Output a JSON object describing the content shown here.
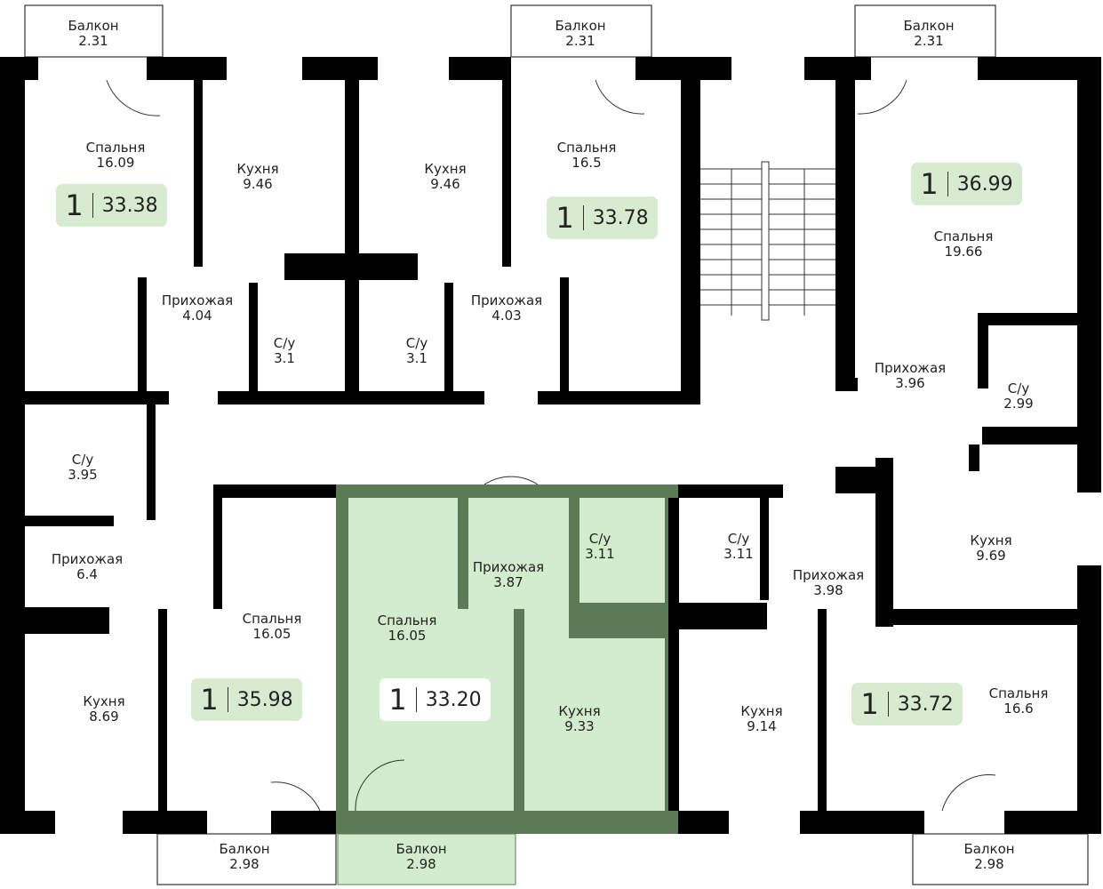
{
  "colors": {
    "wall": "#000000",
    "selected_fill": "#d3eccd",
    "selected_wall": "#5c7a55",
    "badge": "#d6ebcf"
  },
  "balconies_top": [
    {
      "name": "Балкон",
      "area": "2.31"
    },
    {
      "name": "Балкон",
      "area": "2.31"
    },
    {
      "name": "Балкон",
      "area": "2.31"
    }
  ],
  "balconies_bottom": [
    {
      "name": "Балкон",
      "area": "2.98"
    },
    {
      "name": "Балкон",
      "area": "2.98"
    },
    {
      "name": "Балкон",
      "area": "2.98"
    }
  ],
  "rooms": [
    {
      "name": "Спальня",
      "area": "16.09"
    },
    {
      "name": "Кухня",
      "area": "9.46"
    },
    {
      "name": "Кухня",
      "area": "9.46"
    },
    {
      "name": "Спальня",
      "area": "16.5"
    },
    {
      "name": "Спальня",
      "area": "19.66"
    },
    {
      "name": "Прихожая",
      "area": "4.04"
    },
    {
      "name": "С/у",
      "area": "3.1"
    },
    {
      "name": "С/у",
      "area": "3.1"
    },
    {
      "name": "Прихожая",
      "area": "4.03"
    },
    {
      "name": "Прихожая",
      "area": "3.96"
    },
    {
      "name": "С/у",
      "area": "2.99"
    },
    {
      "name": "С/у",
      "area": "3.95"
    },
    {
      "name": "Прихожая",
      "area": "6.4"
    },
    {
      "name": "Спальня",
      "area": "16.05"
    },
    {
      "name": "Спальня",
      "area": "16.05"
    },
    {
      "name": "Прихожая",
      "area": "3.87"
    },
    {
      "name": "С/у",
      "area": "3.11"
    },
    {
      "name": "С/у",
      "area": "3.11"
    },
    {
      "name": "Прихожая",
      "area": "3.98"
    },
    {
      "name": "Кухня",
      "area": "9.69"
    },
    {
      "name": "Кухня",
      "area": "8.69"
    },
    {
      "name": "Кухня",
      "area": "9.33"
    },
    {
      "name": "Кухня",
      "area": "9.14"
    },
    {
      "name": "Спальня",
      "area": "16.6"
    }
  ],
  "apartments": [
    {
      "rooms": "1",
      "area": "33.38"
    },
    {
      "rooms": "1",
      "area": "33.78"
    },
    {
      "rooms": "1",
      "area": "36.99"
    },
    {
      "rooms": "1",
      "area": "35.98"
    },
    {
      "rooms": "1",
      "area": "33.20",
      "selected": true
    },
    {
      "rooms": "1",
      "area": "33.72"
    }
  ]
}
